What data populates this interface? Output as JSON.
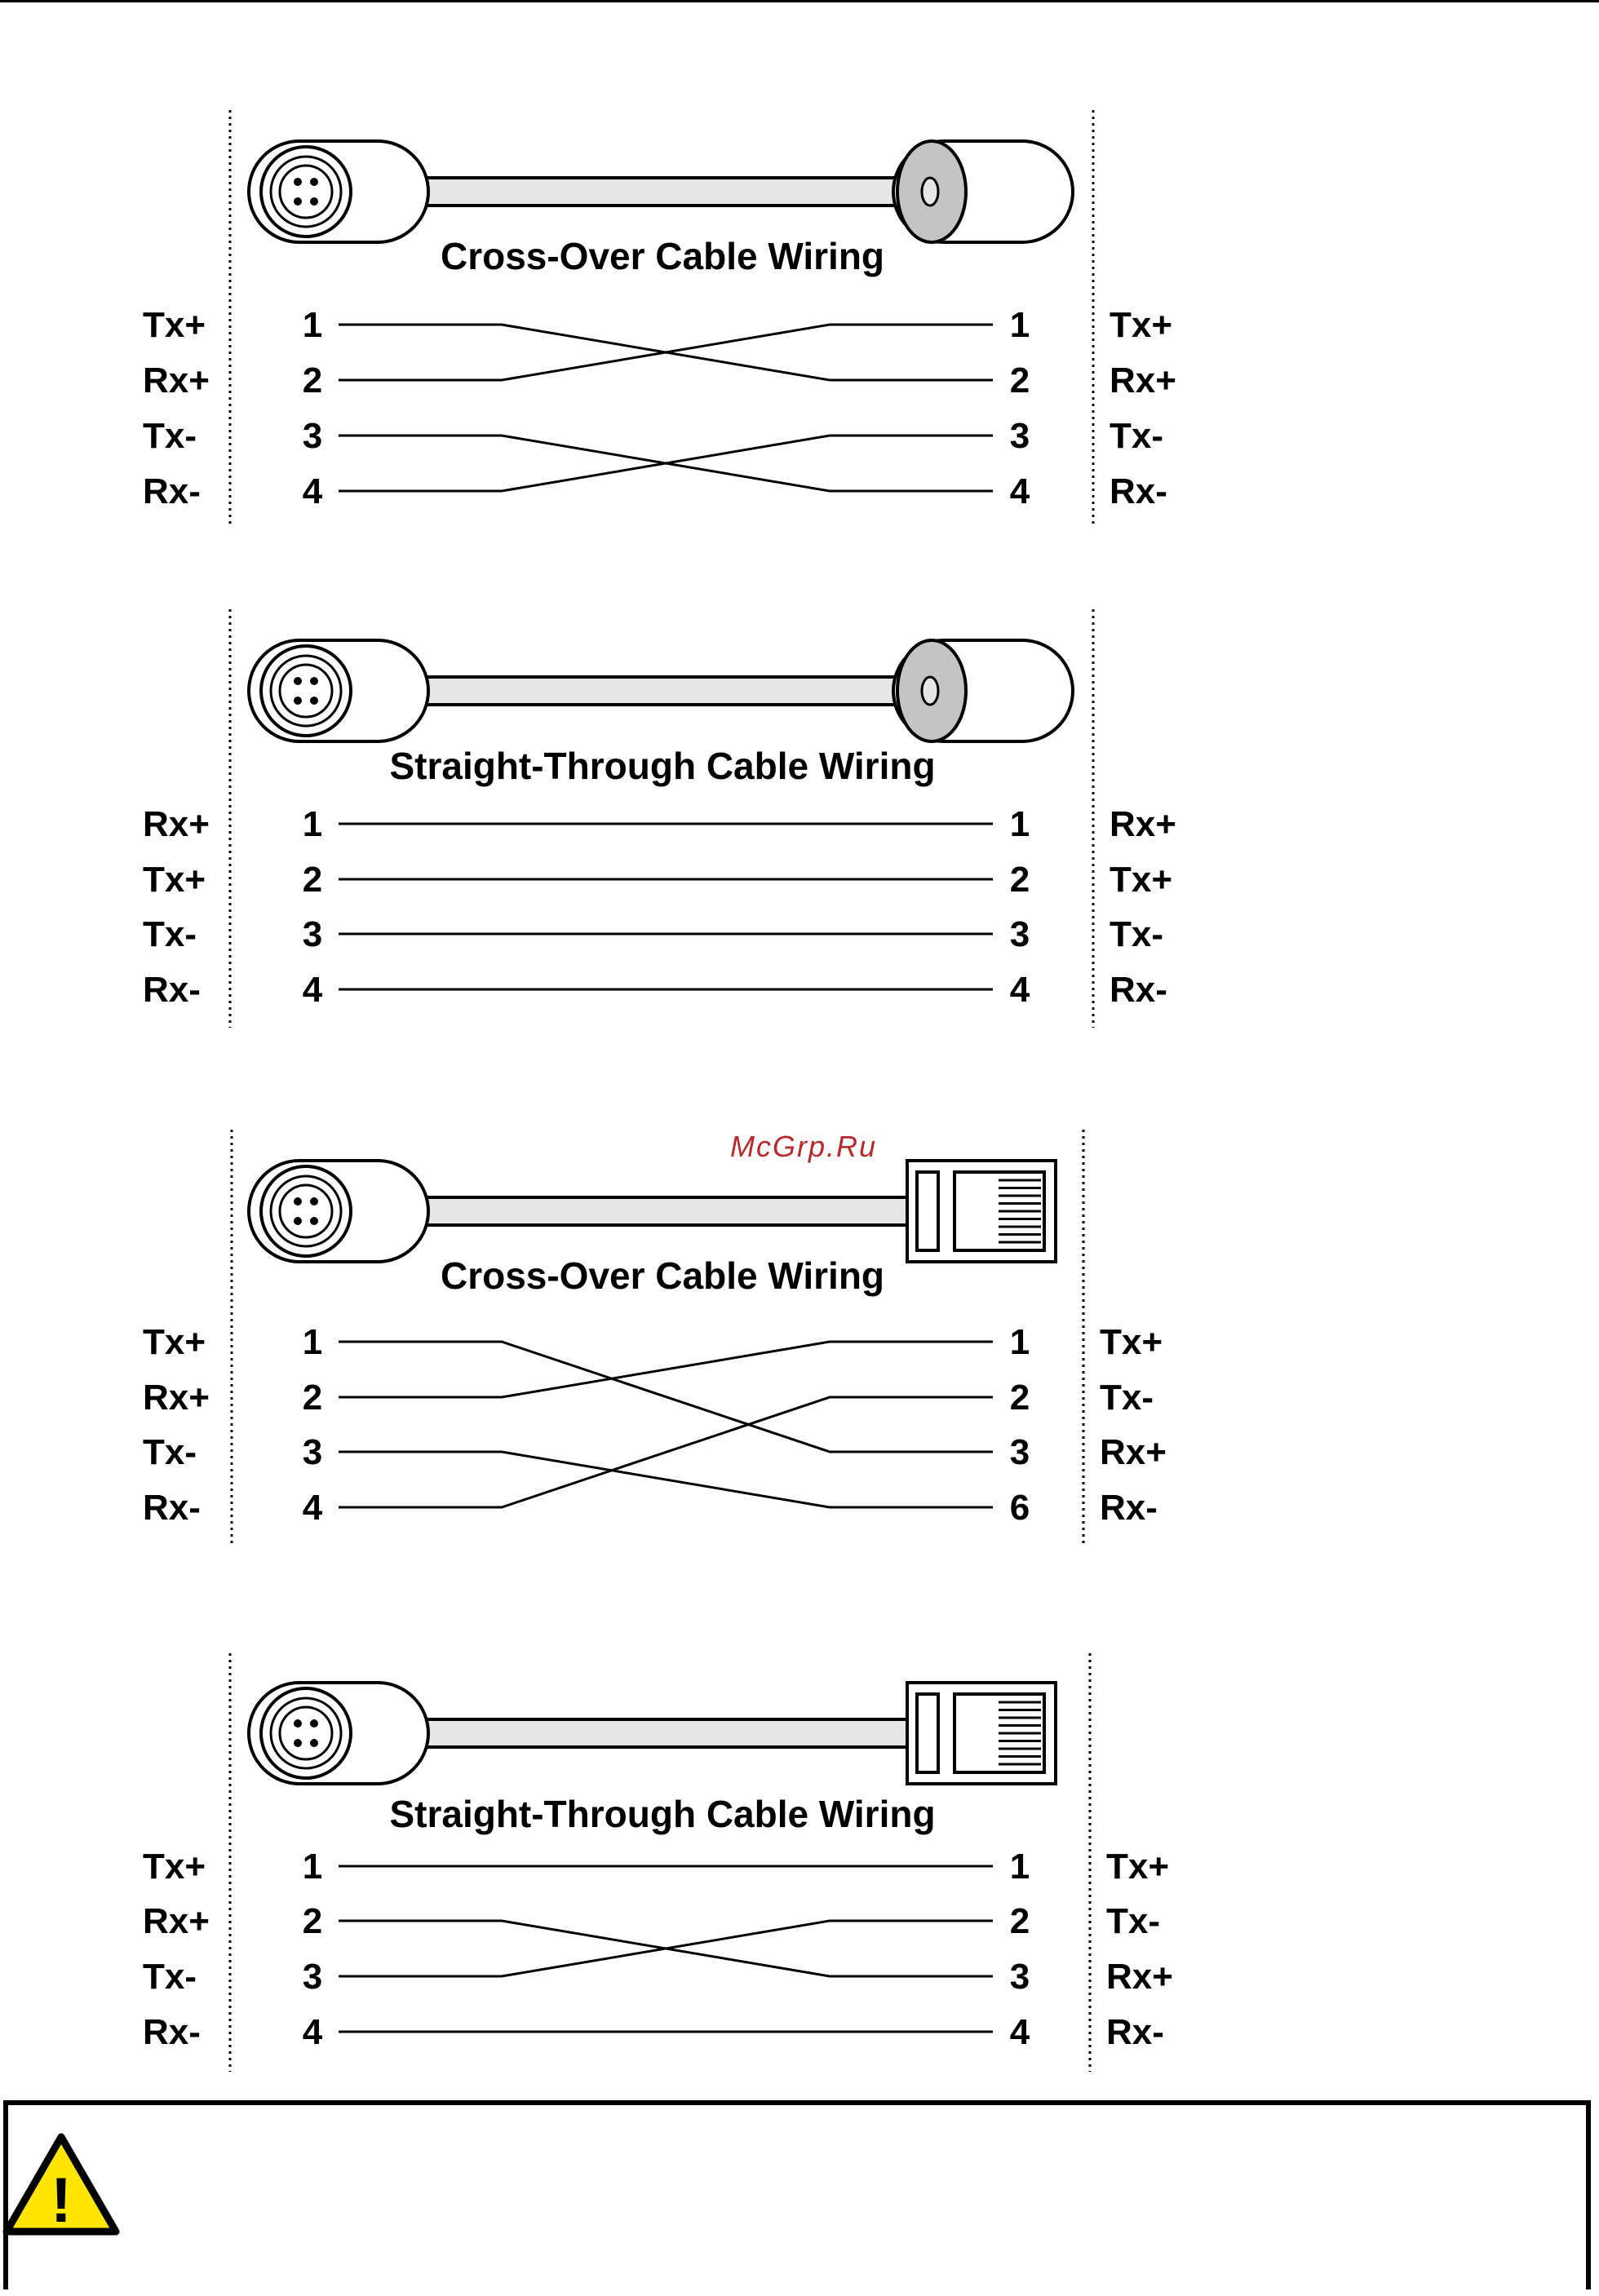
{
  "colors": {
    "ink": "#000000",
    "cable_fill": "#e6e6e6",
    "cable_end": "#c4c4c4",
    "watermark": "#b8292e",
    "warning_fill": "#ffe600"
  },
  "watermark": "McGrp.Ru",
  "warning": {
    "icon": "warning-triangle-icon",
    "symbol": "!"
  },
  "diagrams": [
    {
      "title": "Cross-Over Cable Wiring",
      "connector_right": "mini-din",
      "rows": [
        {
          "left_signal": "Tx+",
          "left_pin": "1",
          "right_pin": "1",
          "right_signal": "Tx+"
        },
        {
          "left_signal": "Rx+",
          "left_pin": "2",
          "right_pin": "2",
          "right_signal": "Rx+"
        },
        {
          "left_signal": "Tx-",
          "left_pin": "3",
          "right_pin": "3",
          "right_signal": "Tx-"
        },
        {
          "left_signal": "Rx-",
          "left_pin": "4",
          "right_pin": "4",
          "right_signal": "Rx-"
        }
      ],
      "wires": [
        [
          1,
          2
        ],
        [
          2,
          1
        ],
        [
          3,
          4
        ],
        [
          4,
          3
        ]
      ]
    },
    {
      "title": "Straight-Through Cable Wiring",
      "connector_right": "mini-din",
      "rows": [
        {
          "left_signal": "Rx+",
          "left_pin": "1",
          "right_pin": "1",
          "right_signal": "Rx+"
        },
        {
          "left_signal": "Tx+",
          "left_pin": "2",
          "right_pin": "2",
          "right_signal": "Tx+"
        },
        {
          "left_signal": "Tx-",
          "left_pin": "3",
          "right_pin": "3",
          "right_signal": "Tx-"
        },
        {
          "left_signal": "Rx-",
          "left_pin": "4",
          "right_pin": "4",
          "right_signal": "Rx-"
        }
      ],
      "wires": [
        [
          1,
          1
        ],
        [
          2,
          2
        ],
        [
          3,
          3
        ],
        [
          4,
          4
        ]
      ]
    },
    {
      "title": "Cross-Over Cable Wiring",
      "connector_right": "rj45",
      "rows": [
        {
          "left_signal": "Tx+",
          "left_pin": "1",
          "right_pin": "1",
          "right_signal": "Tx+"
        },
        {
          "left_signal": "Rx+",
          "left_pin": "2",
          "right_pin": "2",
          "right_signal": "Tx-"
        },
        {
          "left_signal": "Tx-",
          "left_pin": "3",
          "right_pin": "3",
          "right_signal": "Rx+"
        },
        {
          "left_signal": "Rx-",
          "left_pin": "4",
          "right_pin": "6",
          "right_signal": "Rx-"
        }
      ],
      "wires": [
        [
          1,
          3
        ],
        [
          2,
          1
        ],
        [
          3,
          4
        ],
        [
          4,
          2
        ]
      ]
    },
    {
      "title": "Straight-Through Cable Wiring",
      "connector_right": "rj45",
      "rows": [
        {
          "left_signal": "Tx+",
          "left_pin": "1",
          "right_pin": "1",
          "right_signal": "Tx+"
        },
        {
          "left_signal": "Rx+",
          "left_pin": "2",
          "right_pin": "2",
          "right_signal": "Tx-"
        },
        {
          "left_signal": "Tx-",
          "left_pin": "3",
          "right_pin": "3",
          "right_signal": "Rx+"
        },
        {
          "left_signal": "Rx-",
          "left_pin": "4",
          "right_pin": "4",
          "right_signal": "Rx-"
        }
      ],
      "wires": [
        [
          1,
          1
        ],
        [
          2,
          3
        ],
        [
          3,
          2
        ],
        [
          4,
          4
        ]
      ]
    }
  ]
}
